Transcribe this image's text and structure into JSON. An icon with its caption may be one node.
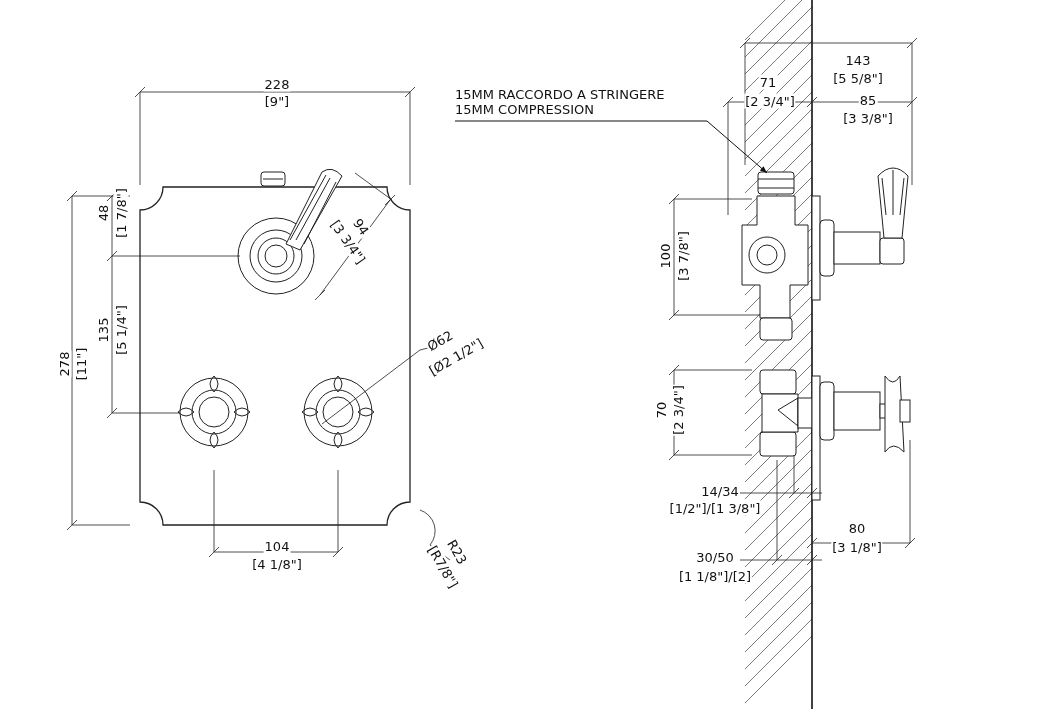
{
  "diagram": {
    "nodes": [
      {
        "text": [
          "15MM RACCORDO A STRINGERE",
          "15MM COMPRESSION"
        ]
      },
      {
        "text": [],
        "shape": "picture"
      }
    ],
    "edges": [
      {
        "from": 0,
        "to": 1,
        "arrow": "to"
      }
    ],
    "labels": [
      "143",
      "[5 5/8\"]",
      "228",
      "[9\"]",
      "71",
      "[2 3/4\"]",
      "85",
      "[3 3/8\"]",
      "48",
      "[1 7/8\"]",
      "94",
      "[3 3/4\"]",
      "100",
      "[3 7/8\"]",
      "278",
      "[11\"]",
      "135",
      "[5 1/4\"]",
      "Ø62",
      "[Ø2 1/2\"]",
      "70",
      "[2 3/4\"]",
      "14/34",
      "[1/2\"]/[1 3/8\"]",
      "80",
      "[3 1/8\"]",
      "104",
      "[4 1/8\"]",
      "R23",
      "[R7/8\"]",
      "30/50",
      "[1 1/8\"]/[2]"
    ]
  }
}
